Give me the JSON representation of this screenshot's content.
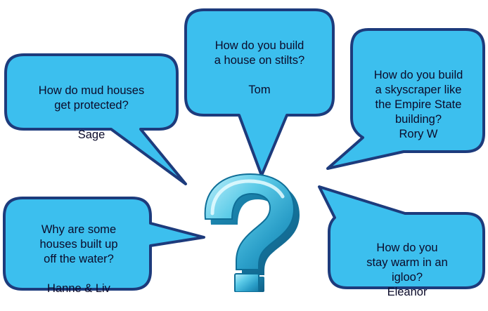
{
  "colors": {
    "bubble_fill": "#3cbfee",
    "bubble_stroke": "#1d3b7c",
    "text": "#0b0b2a",
    "question_mark": "#4fc3e3"
  },
  "icon": "question-mark-icon",
  "bubbles": [
    {
      "question": "How do mud houses\nget protected?",
      "author": "Sage"
    },
    {
      "question": "How do you build\na house on stilts?",
      "author": "Tom"
    },
    {
      "question": "How do you build\na skyscraper like\nthe Empire State\nbuilding?",
      "author": "Rory W"
    },
    {
      "question": "Why are some\nhouses built up\noff the water?",
      "author": "Hanne & Liv"
    },
    {
      "question": "How do you\nstay warm in an\nigloo?",
      "author": "Eleanor"
    }
  ]
}
